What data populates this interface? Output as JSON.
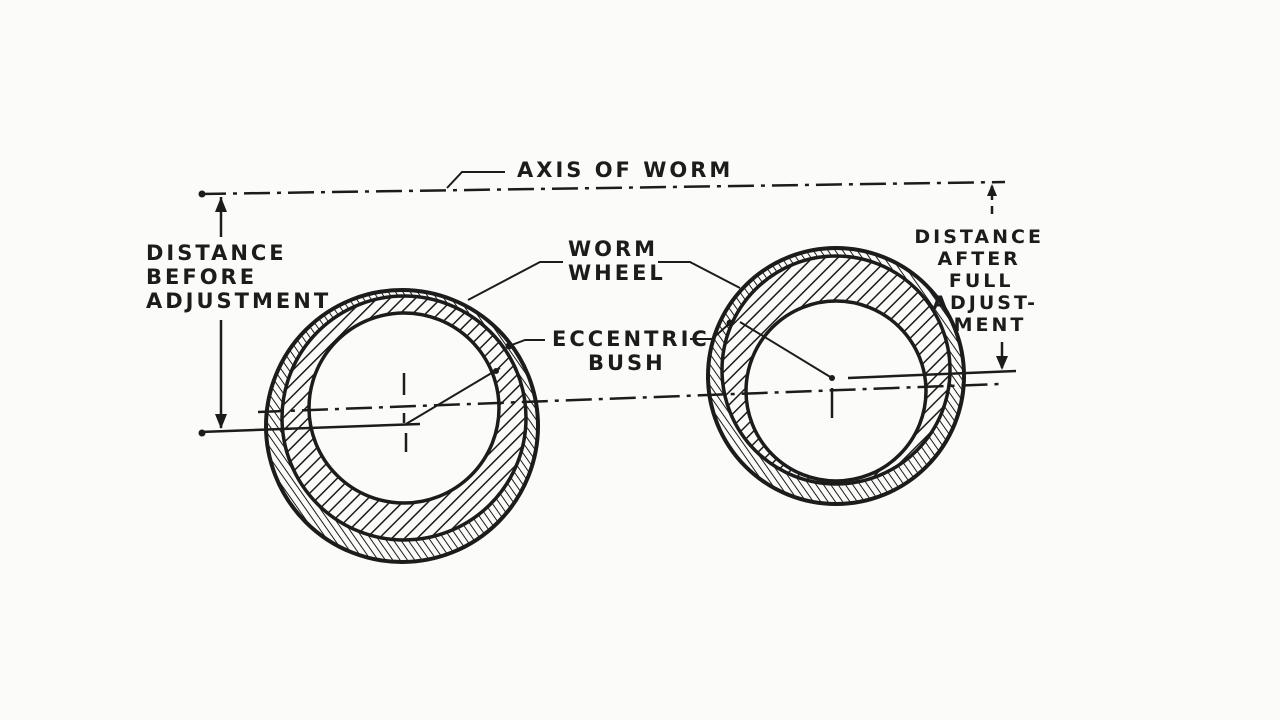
{
  "labels": {
    "axis_of_worm": "AXIS OF WORM",
    "distance_before": [
      "DISTANCE",
      "BEFORE",
      "ADJUSTMENT"
    ],
    "worm_wheel": [
      "WORM",
      "WHEEL"
    ],
    "eccentric_bush": [
      "ECCENTRIC",
      "BUSH"
    ],
    "distance_after": [
      "DISTANCE",
      "AFTER",
      "FULL",
      "ADJUST-",
      "MENT"
    ]
  },
  "colors": {
    "ink": "#1c1c1c",
    "paper": "#fbfbf9"
  }
}
